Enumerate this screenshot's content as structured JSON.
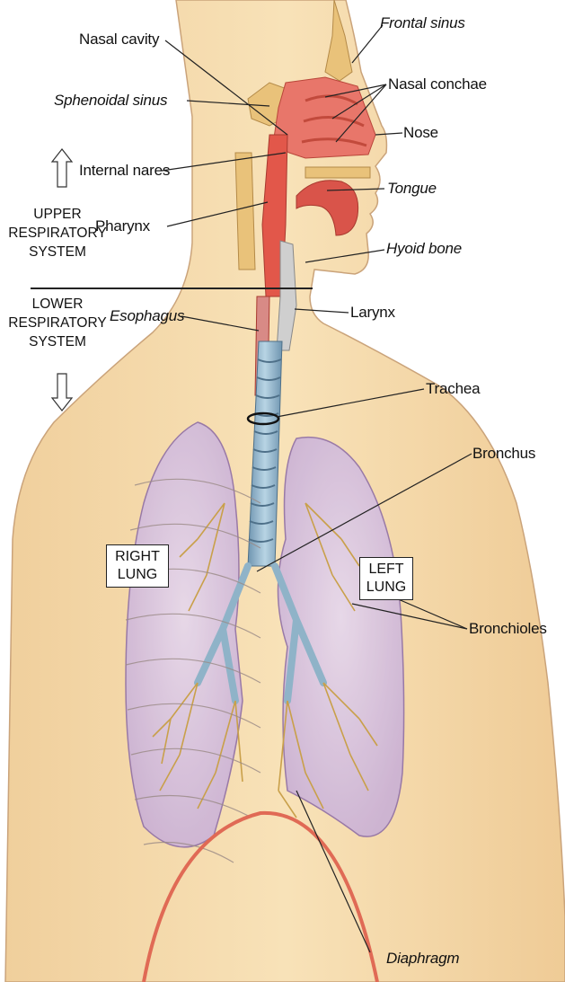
{
  "diagram": {
    "labels": {
      "nasal_cavity": "Nasal cavity",
      "frontal_sinus": "Frontal sinus",
      "sphenoidal_sinus": "Sphenoidal sinus",
      "nasal_conchae": "Nasal conchae",
      "nose": "Nose",
      "internal_nares": "Internal nares",
      "tongue": "Tongue",
      "pharynx": "Pharynx",
      "hyoid_bone": "Hyoid bone",
      "larynx": "Larynx",
      "esophagus": "Esophagus",
      "trachea": "Trachea",
      "bronchus": "Bronchus",
      "bronchioles": "Bronchioles",
      "diaphragm": "Diaphragm"
    },
    "upper_system": [
      "UPPER",
      "RESPIRATORY",
      "SYSTEM"
    ],
    "lower_system": [
      "LOWER",
      "RESPIRATORY",
      "SYSTEM"
    ],
    "right_lung": [
      "RIGHT",
      "LUNG"
    ],
    "left_lung": [
      "LEFT",
      "LUNG"
    ]
  },
  "colors": {
    "skin": "#f6dcae",
    "skin_outline": "#caa37a",
    "airway": "#e2574a",
    "trachea": "#8fb3c8",
    "lung": "#d9c6e3",
    "bronchiole": "#c9a04a",
    "diaphragm": "#e06a55"
  }
}
